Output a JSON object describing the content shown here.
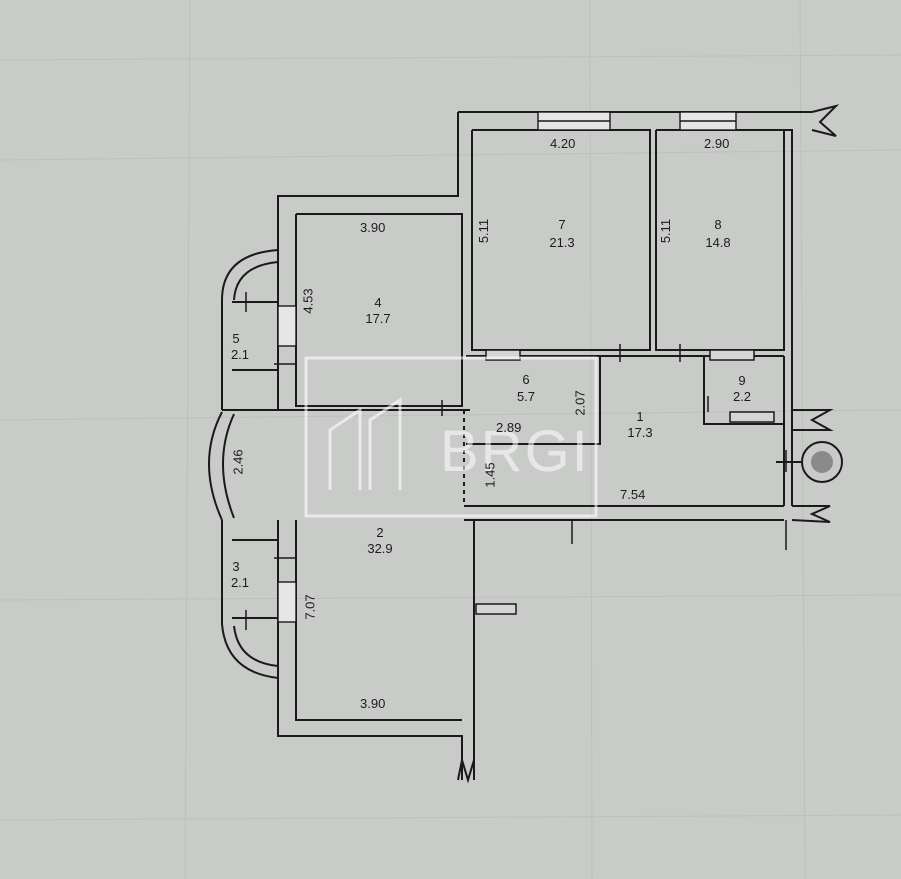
{
  "watermark": "BRGI",
  "rooms": [
    {
      "number": "1",
      "area": "17.3"
    },
    {
      "number": "2",
      "area": "32.9"
    },
    {
      "number": "3",
      "area": "2.1"
    },
    {
      "number": "4",
      "area": "17.7"
    },
    {
      "number": "5",
      "area": "2.1"
    },
    {
      "number": "6",
      "area": "5.7"
    },
    {
      "number": "7",
      "area": "21.3"
    },
    {
      "number": "8",
      "area": "14.8"
    },
    {
      "number": "9",
      "area": "2.2"
    }
  ],
  "dimensions": {
    "room7_width": "4.20",
    "room8_width": "2.90",
    "room7_depth": "5.11",
    "room8_depth": "5.11",
    "room4_width": "3.90",
    "room4_depth": "4.53",
    "room6_depth": "2.07",
    "room6_width": "2.89",
    "hall_width": "7.54",
    "hall_depth": "1.45",
    "bay_width": "2.46",
    "room2_depth": "7.07",
    "room2_width": "3.90"
  }
}
